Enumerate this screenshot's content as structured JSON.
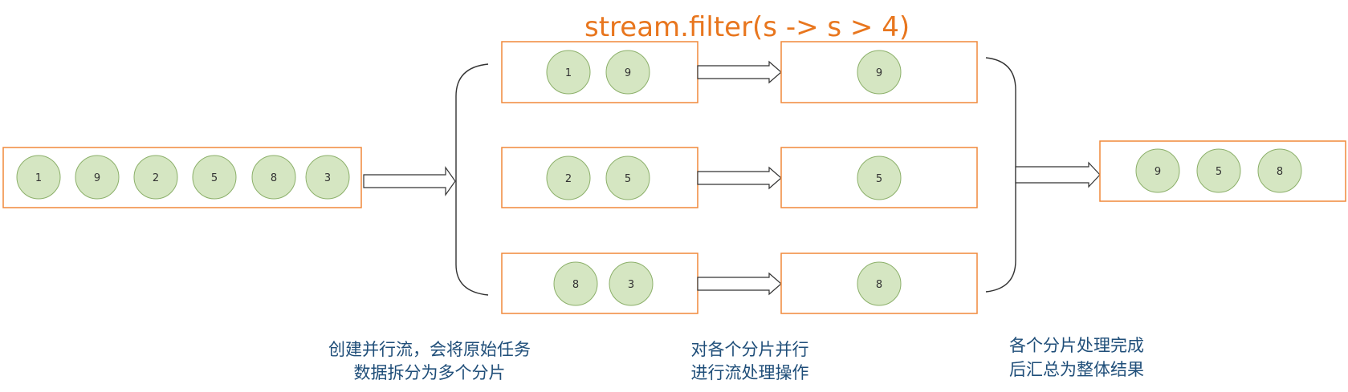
{
  "title": "stream.filter(s -> s > 4)",
  "input": [
    "1",
    "9",
    "2",
    "5",
    "8",
    "3"
  ],
  "shards": [
    {
      "before": [
        "1",
        "9"
      ],
      "after": [
        "9"
      ]
    },
    {
      "before": [
        "2",
        "5"
      ],
      "after": [
        "5"
      ]
    },
    {
      "before": [
        "8",
        "3"
      ],
      "after": [
        "8"
      ]
    }
  ],
  "result": [
    "9",
    "5",
    "8"
  ],
  "captions": {
    "split": [
      "创建并行流，会将原始任务",
      "数据拆分为多个分片"
    ],
    "process": [
      "对各个分片并行",
      "进行流处理操作"
    ],
    "merge": [
      "各个分片处理完成",
      "后汇总为整体结果"
    ]
  },
  "colors": {
    "box_border": "#f0883a",
    "circle_fill": "#d5e6c2",
    "title": "#e8761e",
    "caption": "#1f4e79"
  }
}
